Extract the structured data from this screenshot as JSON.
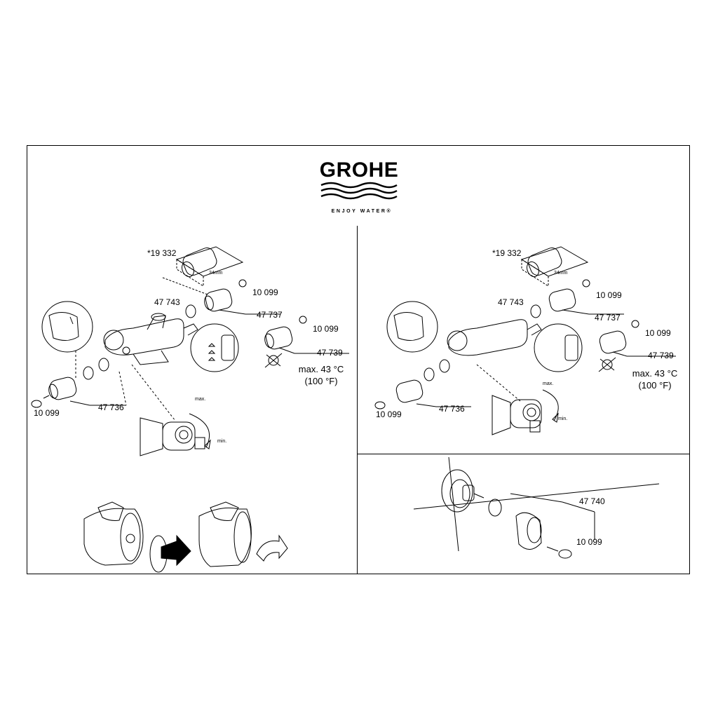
{
  "brand": {
    "name": "GROHE",
    "tagline": "ENJOY WATER®"
  },
  "left_panel": {
    "part_cartridge": "*19 332",
    "part_cartridge_size": "34mm",
    "part_seal": "47 743",
    "part_screw_top": "10 099",
    "part_handle_top": "47 737",
    "part_screw_right": "10 099",
    "part_handle_right": "47 739",
    "temp_max": "max. 43 °C",
    "temp_f": "(100 °F)",
    "part_screw_bottom": "10 099",
    "part_handle_left": "47 736",
    "dial_max": "max.",
    "dial_min": "min."
  },
  "right_top_panel": {
    "part_cartridge": "*19 332",
    "part_cartridge_size": "34mm",
    "part_seal": "47 743",
    "part_screw_top": "10 099",
    "part_handle_top": "47 737",
    "part_screw_right": "10 099",
    "part_handle_right": "47 739",
    "temp_max": "max. 43 °C",
    "temp_f": "(100 °F)",
    "part_screw_bottom": "10 099",
    "part_handle_left": "47 736",
    "dial_max": "max.",
    "dial_min": "min."
  },
  "right_bottom_panel": {
    "part_handle": "47 740",
    "part_screw": "10 099"
  }
}
